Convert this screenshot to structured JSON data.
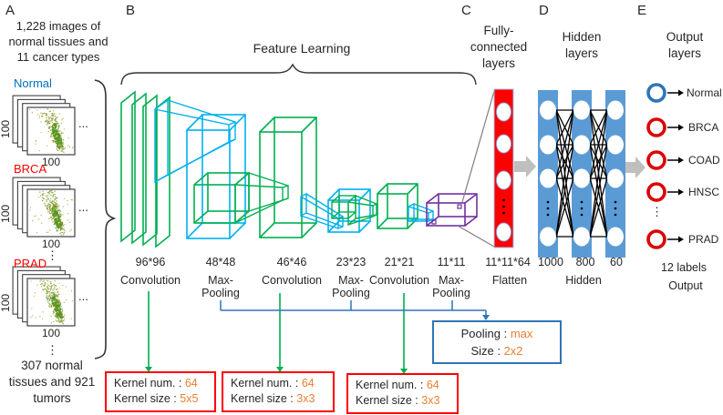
{
  "figure": {
    "panel_labels": {
      "a": "A",
      "b": "B",
      "c": "C",
      "d": "D",
      "e": "E"
    }
  },
  "input_panel": {
    "title": "1,228 images of normal tissues and 11 cancer types",
    "classes": [
      {
        "name": "Normal"
      },
      {
        "name": "BRCA"
      },
      {
        "name": "PRAD"
      }
    ],
    "axis_label": "100",
    "more_h": "...",
    "more_v": "⋮",
    "footer": "307 normal tissues and 921 tumors"
  },
  "feature_learning": {
    "title": "Feature Learning",
    "stages": [
      {
        "size": "96*96",
        "op": "Convolution"
      },
      {
        "size": "48*48",
        "op": "Max-Pooling"
      },
      {
        "size": "46*46",
        "op": "Convolution"
      },
      {
        "size": "23*23",
        "op": "Max-Pooling"
      },
      {
        "size": "21*21",
        "op": "Convolution"
      },
      {
        "size": "11*11",
        "op": "Max-Pooling"
      }
    ]
  },
  "fully_connected": {
    "title": "Fully-connected layers",
    "size": "11*11*64",
    "op": "Flatten"
  },
  "hidden_layers": {
    "title": "Hidden layers",
    "sizes": [
      "1000",
      "800",
      "60"
    ],
    "op": "Hidden",
    "dots": "⋮"
  },
  "output_layers": {
    "title": "Output layers",
    "labels": [
      "Normal",
      "BRCA",
      "COAD",
      "HNSC",
      "PRAD"
    ],
    "dots": "⋮",
    "count_label": "12 labels",
    "op": "Output"
  },
  "annotations": {
    "kernel_num_label": "Kernel num. :",
    "kernel_size_label": "Kernel size :",
    "kernels": [
      {
        "num": "64",
        "size": "5x5"
      },
      {
        "num": "64",
        "size": "3x3"
      },
      {
        "num": "64",
        "size": "3x3"
      }
    ],
    "pooling_label": "Pooling :",
    "pooling_value": "max",
    "pooling_size_label": "Size :",
    "pooling_size_value": "2x2"
  },
  "colors": {
    "green": "#00AF50",
    "cyan": "#00B0F0",
    "purple": "#7030A0",
    "red": "#FF0000",
    "hidden_blue": "#5B9BD5",
    "ring_blue": "#2E75B6",
    "ring_red": "#DD0000",
    "orange": "#ED7D31",
    "gray_arrow": "#BFBFBF",
    "class_blue": "#0070C0"
  }
}
